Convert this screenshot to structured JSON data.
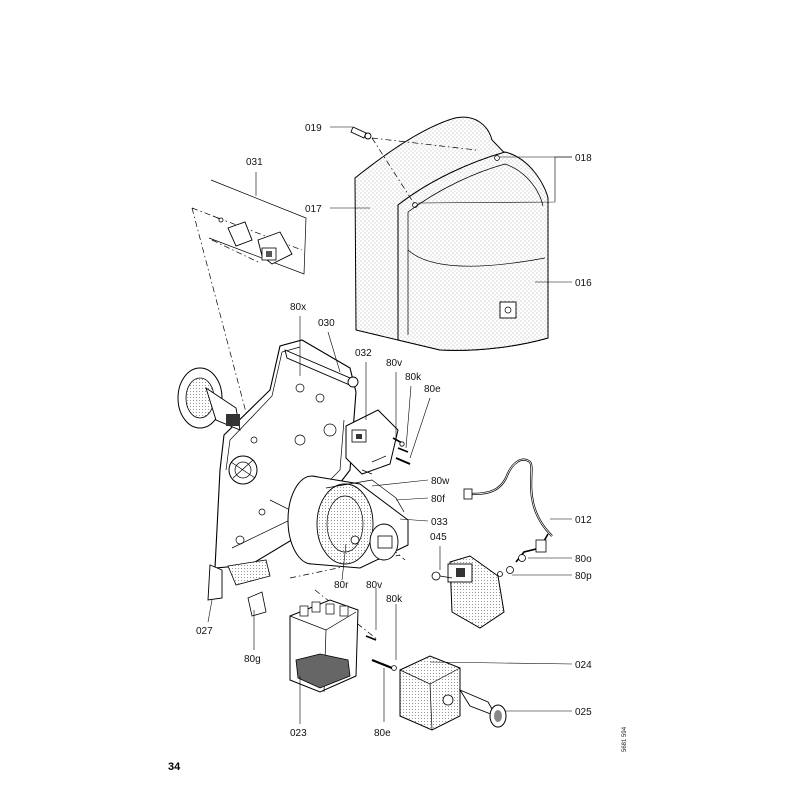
{
  "callouts": {
    "c019": "019",
    "c018": "018",
    "c031": "031",
    "c017": "017",
    "c016": "016",
    "c80x": "80x",
    "c030": "030",
    "c032": "032",
    "c80v_top": "80v",
    "c80k_top": "80k",
    "c80e_top": "80e",
    "c80w": "80w",
    "c80f": "80f",
    "c033": "033",
    "c012": "012",
    "c045": "045",
    "c80o": "80o",
    "c80p": "80p",
    "c80r": "80r",
    "c80v_bot": "80v",
    "c80k_bot": "80k",
    "c027": "027",
    "c80g": "80g",
    "c024": "024",
    "c025": "025",
    "c023": "023",
    "c80e_bot": "80e"
  },
  "page_number": "34",
  "doc_reference": "5681 594"
}
